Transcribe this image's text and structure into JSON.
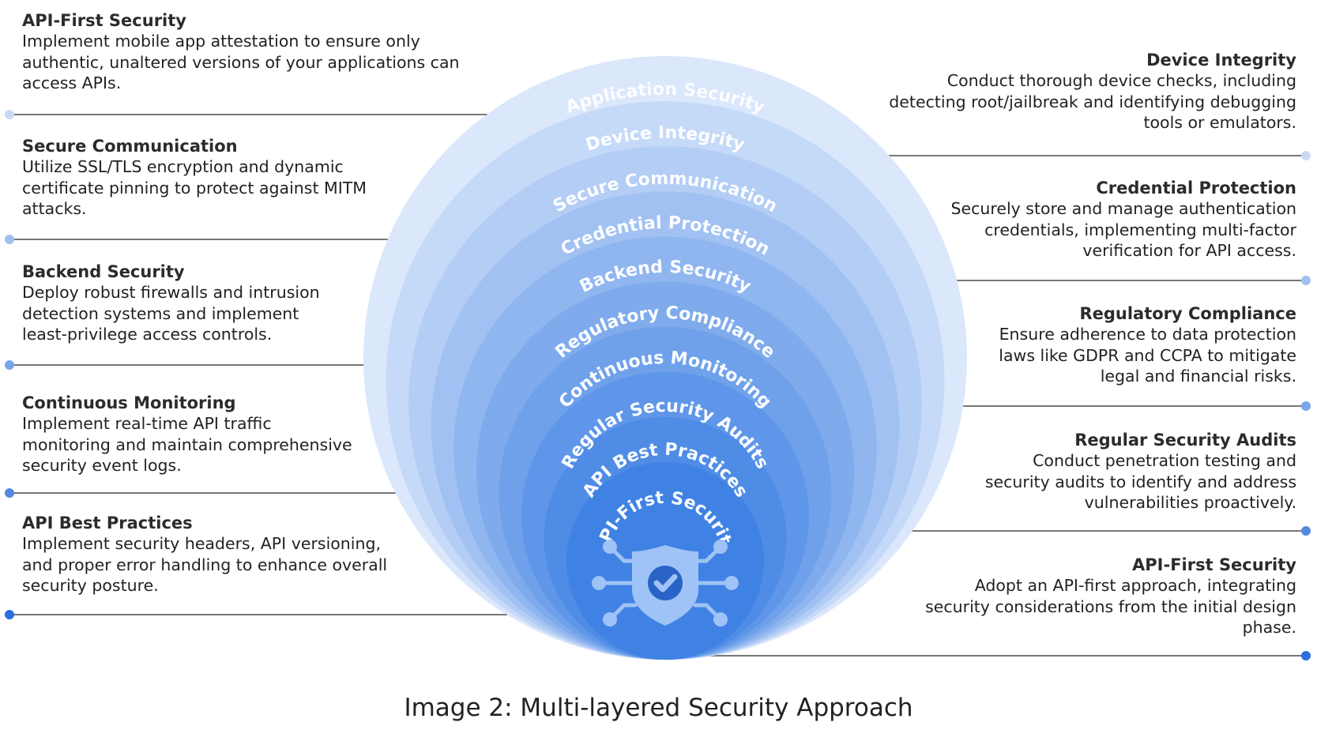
{
  "left_callouts": [
    {
      "title": "API-First Security",
      "text": "Implement mobile app attestation to ensure only authentic, unaltered versions of your applications can access APIs."
    },
    {
      "title": "Secure Communication",
      "text": "Utilize SSL/TLS encryption and dynamic certificate pinning to protect against MITM attacks."
    },
    {
      "title": "Backend Security",
      "text": "Deploy robust firewalls and intrusion detection systems and implement least-privilege access controls."
    },
    {
      "title": "Continuous Monitoring",
      "text": "Implement real-time API traffic monitoring and maintain comprehensive security event logs."
    },
    {
      "title": "API Best Practices",
      "text": "Implement security headers, API versioning, and proper error handling to enhance overall security posture."
    }
  ],
  "right_callouts": [
    {
      "title": "Device Integrity",
      "text": "Conduct thorough device checks, including detecting root/jailbreak and identifying debugging tools or emulators."
    },
    {
      "title": "Credential Protection",
      "text": "Securely store and manage authentication credentials, implementing multi-factor verification for API access."
    },
    {
      "title": "Regulatory Compliance",
      "text": "Ensure adherence to data protection laws like GDPR and CCPA to mitigate legal and financial risks."
    },
    {
      "title": "Regular Security Audits",
      "text": "Conduct penetration testing and security audits to identify and address vulnerabilities proactively."
    },
    {
      "title": "API-First Security",
      "text": "Adopt an API-first approach, integrating security considerations from the initial design phase."
    }
  ],
  "layers": [
    "Application Security",
    "Device Integrity",
    "Secure Communication",
    "Credential Protection",
    "Backend Security",
    "Regulatory Compliance",
    "Continuous Monitoring",
    "Regular Security Audits",
    "API Best Practices",
    "API-First Security"
  ],
  "colors": {
    "outer_layer": "#dbe7fb",
    "core_layer": "#3f82e4",
    "leader_line": "#4a4a4a",
    "dot_light": "#c9daf6",
    "dot_dark": "#2a6fdc"
  },
  "center_icon": "shield-checkmark-circuit-icon",
  "caption": "Image 2: Multi-layered Security Approach"
}
